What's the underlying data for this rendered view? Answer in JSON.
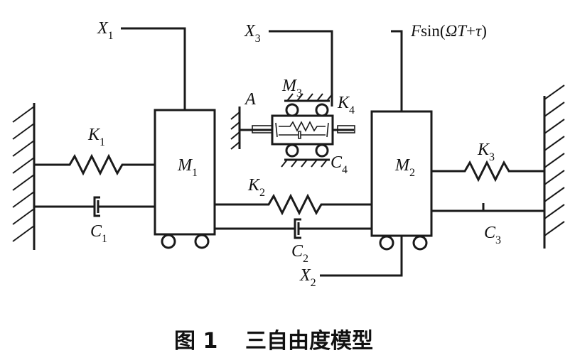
{
  "caption": {
    "number": "图 1",
    "title": "三自由度模型"
  },
  "masses": {
    "m1": "M",
    "m1_sub": "1",
    "m2": "M",
    "m2_sub": "2",
    "m3": "M",
    "m3_sub": "3"
  },
  "springs": {
    "k1": "K",
    "k1_sub": "1",
    "k2": "K",
    "k2_sub": "2",
    "k3": "K",
    "k3_sub": "3",
    "k4": "K",
    "k4_sub": "4"
  },
  "dampers": {
    "c1": "C",
    "c1_sub": "1",
    "c2": "C",
    "c2_sub": "2",
    "c3": "C",
    "c3_sub": "3",
    "c4": "C",
    "c4_sub": "4"
  },
  "displacements": {
    "x1": "X",
    "x1_sub": "1",
    "x2": "X",
    "x2_sub": "2",
    "x3": "X",
    "x3_sub": "3"
  },
  "point_a": "A",
  "force": {
    "italic": "F",
    "text": "sin(",
    "omega": "Ω",
    "t": "T",
    "plus": "+",
    "tau": "τ",
    "close": ")"
  }
}
